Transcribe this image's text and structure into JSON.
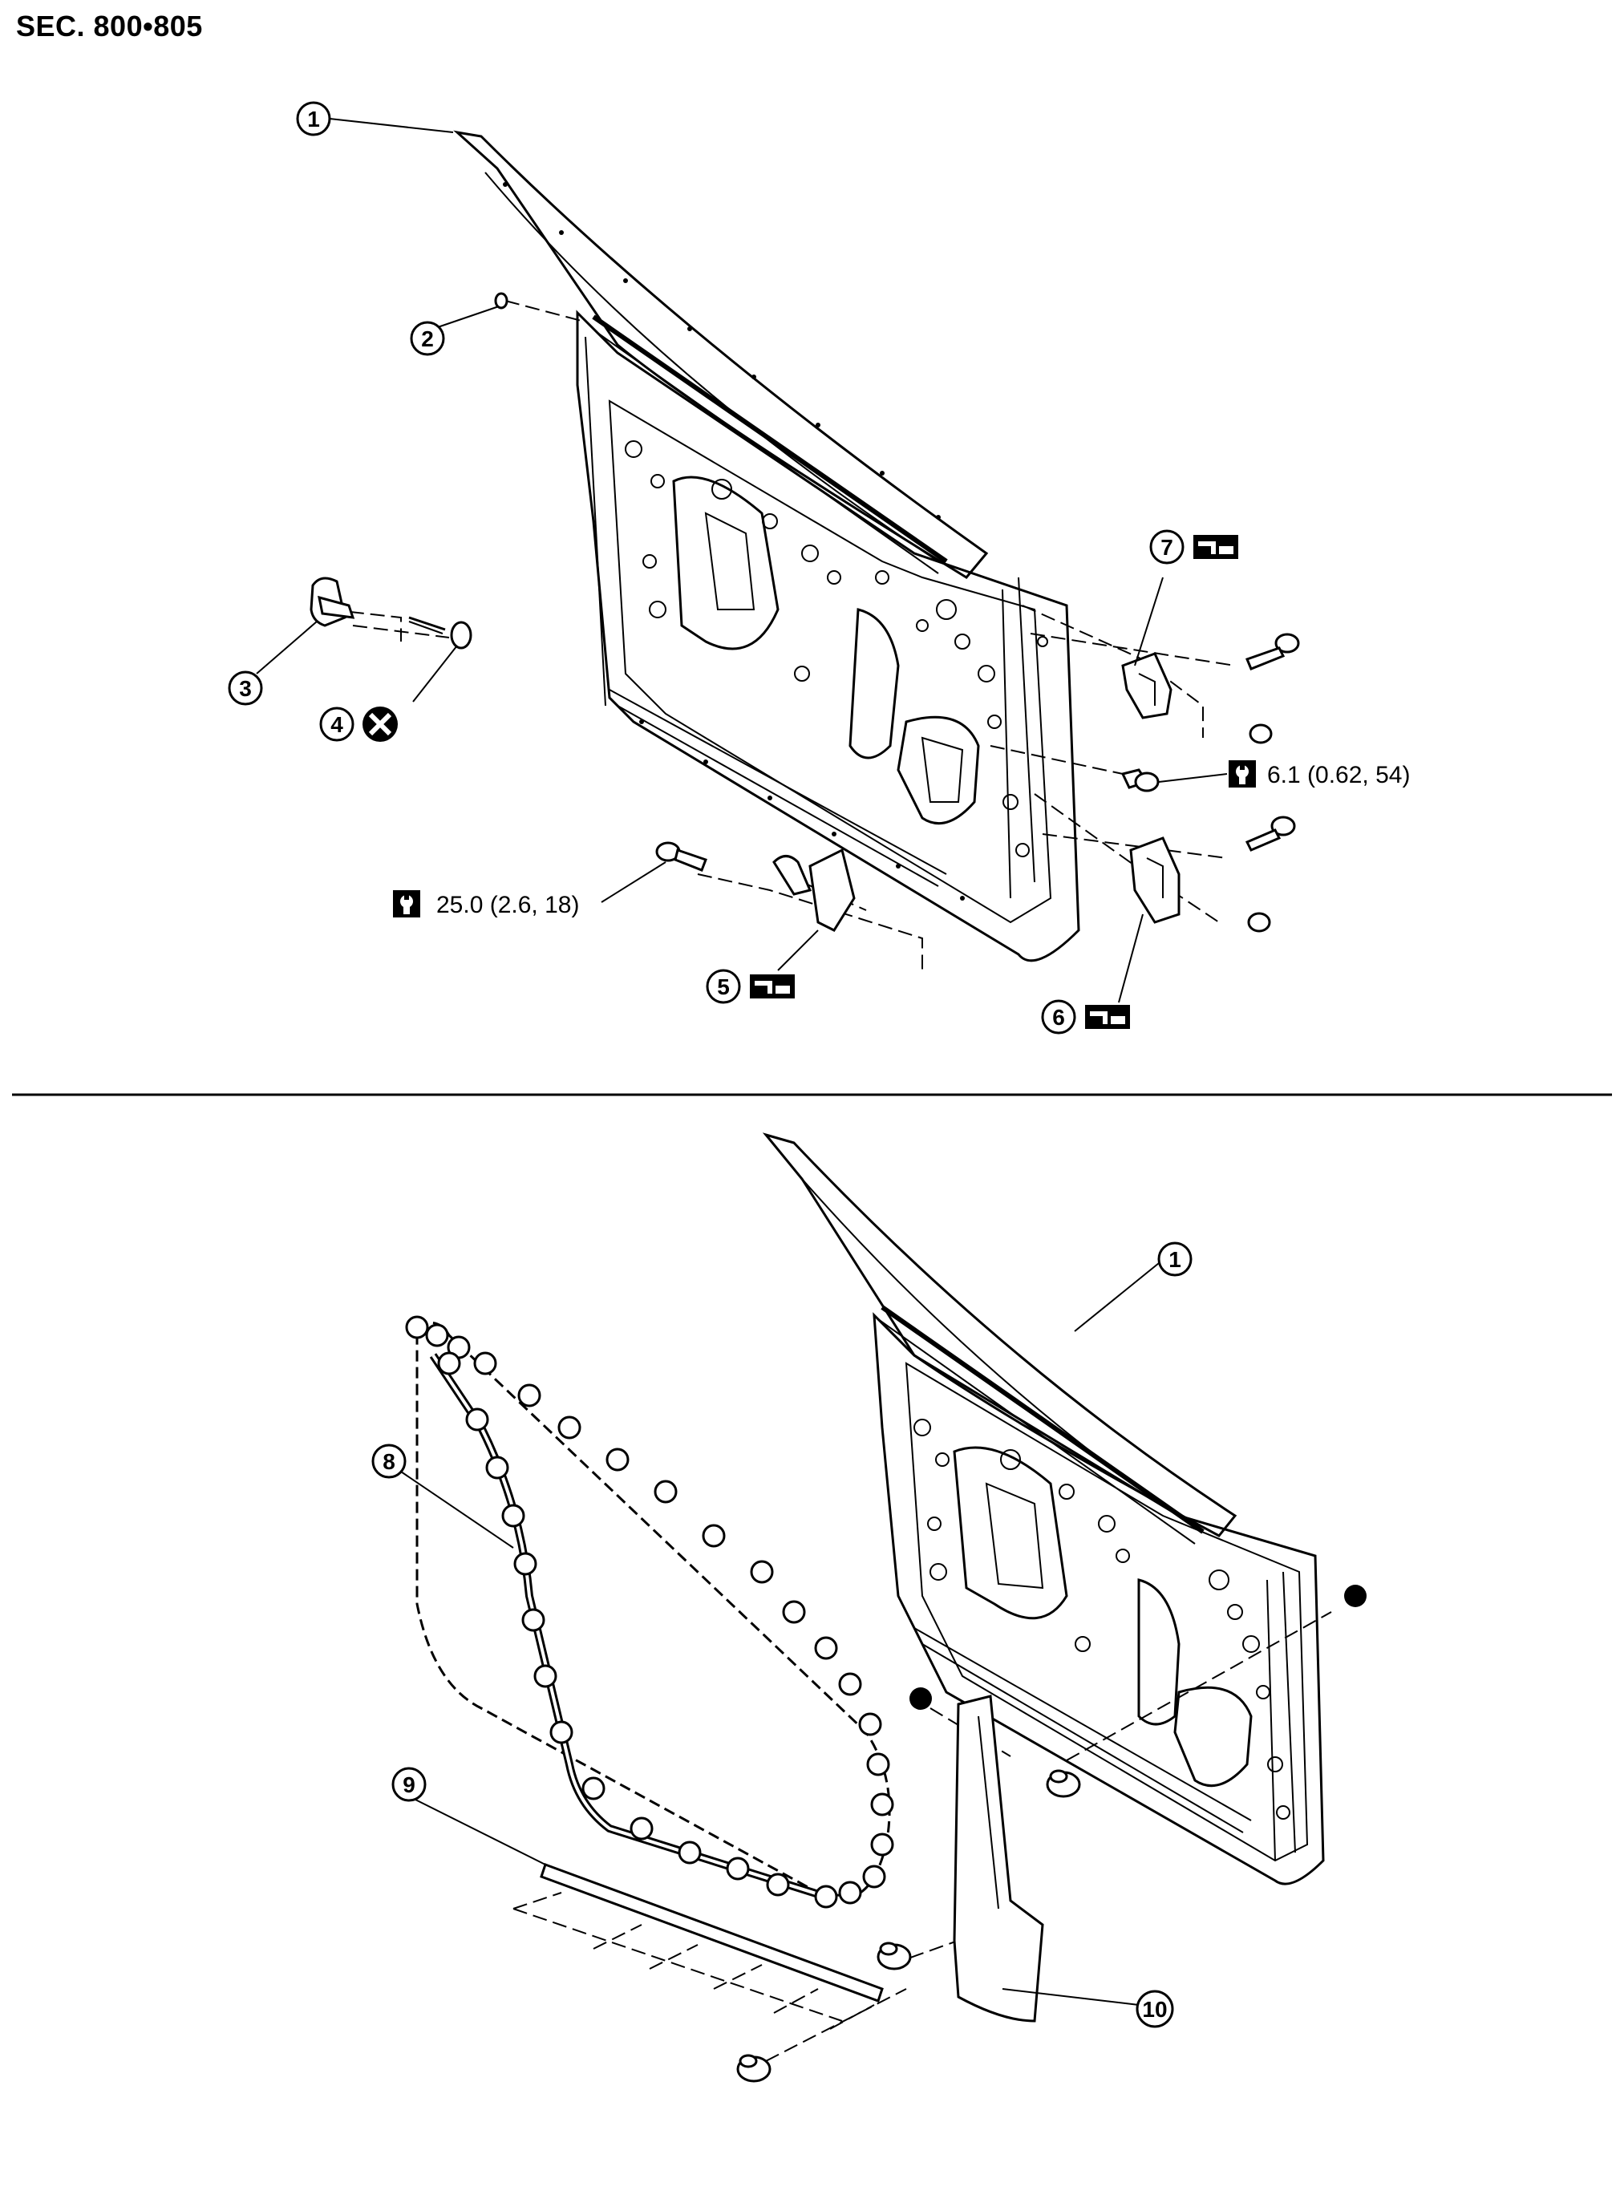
{
  "header": {
    "section": "SEC. 800•805"
  },
  "callouts": {
    "c1": "1",
    "c2": "2",
    "c3": "3",
    "c4": "4",
    "c5": "5",
    "c6": "6",
    "c7": "7",
    "c8": "8",
    "c9": "9",
    "c10": "10"
  },
  "torques": {
    "hinge_bolt": "6.1 (0.62, 54)",
    "striker_bolt": "25.0 (2.6, 18)"
  },
  "icons": [
    "torque-wrench-icon",
    "body-repair-kit-icon",
    "do-not-reuse-icon",
    "sealant-point-icon"
  ]
}
